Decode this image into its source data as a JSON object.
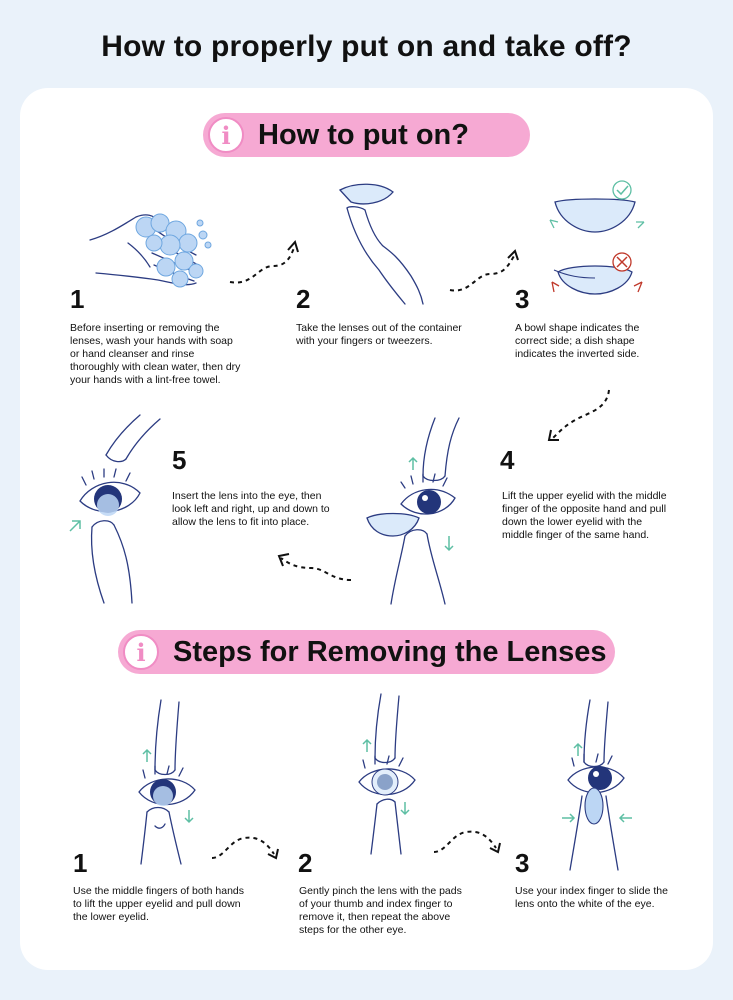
{
  "title": "How to properly put on and take off?",
  "colors": {
    "background": "#eaf2fa",
    "card": "#ffffff",
    "pill": "#f6a9d3",
    "accent_pink": "#f08cc4",
    "line_blue": "#2c3c82",
    "lens_blue": "#bcd6f4",
    "arrow_green": "#5ebfa4",
    "arrow_red": "#c0392b"
  },
  "put_on": {
    "heading": "How to put on?",
    "info_icon": "i",
    "steps": [
      {
        "number": "1",
        "text": "Before inserting or removing the lenses, wash your hands with soap or hand cleanser and rinse thoroughly with clean water, then dry your hands with a lint-free towel.",
        "icon": "hand-washing-icon"
      },
      {
        "number": "2",
        "text": "Take the lenses out of the container with your fingers or tweezers.",
        "icon": "finger-lens-icon"
      },
      {
        "number": "3",
        "text": "A bowl shape indicates the correct side; a dish shape indicates the inverted side.",
        "icon": "lens-shape-icon"
      },
      {
        "number": "4",
        "text": "Lift the upper eyelid with the middle finger of the opposite hand and pull down the lower eyelid with the middle finger of the same hand.",
        "icon": "eyelid-hold-icon"
      },
      {
        "number": "5",
        "text": "Insert the lens into the eye, then look left and right, up and down to allow the lens to fit into place.",
        "icon": "lens-insert-icon"
      }
    ]
  },
  "removing": {
    "heading": "Steps for Removing the Lenses",
    "info_icon": "i",
    "steps": [
      {
        "number": "1",
        "text": "Use the middle fingers of both hands to lift the upper eyelid and pull down the lower eyelid.",
        "icon": "eyelid-lift-icon"
      },
      {
        "number": "2",
        "text": "Gently pinch the lens with the pads of your thumb and index finger to remove it, then repeat the above steps for the other eye.",
        "icon": "lens-pinch-icon"
      },
      {
        "number": "3",
        "text": "Use your index finger to slide the lens onto the white of the eye.",
        "icon": "lens-slide-icon"
      }
    ]
  }
}
